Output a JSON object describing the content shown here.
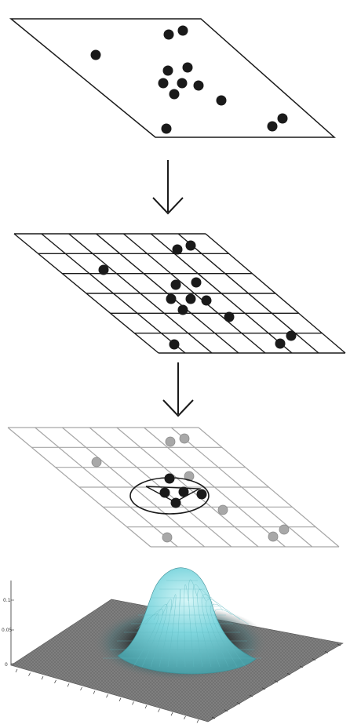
{
  "colors": {
    "ink": "#1a1a1a",
    "grid_light": "#a6a6a6",
    "point_grey": "#a8a8a8",
    "surface_base": "#6f6f6f",
    "surface_peak": "#7fd6de"
  },
  "panels": [
    {
      "id": "scatter-plane",
      "description_kind": "point-set"
    },
    {
      "id": "gridded-plane",
      "description_kind": "binned-points"
    },
    {
      "id": "neighborhood-plane",
      "description_kind": "local-window"
    },
    {
      "id": "density-surface",
      "description_kind": "kernel-estimate"
    }
  ],
  "arrows": [
    {
      "id": "arrow-1",
      "glyph": "down-arrow-icon"
    },
    {
      "id": "arrow-2",
      "glyph": "down-arrow-icon"
    }
  ],
  "surface_axis": {
    "z_tick_labels": [
      "0.1",
      "0.05",
      "0"
    ]
  }
}
